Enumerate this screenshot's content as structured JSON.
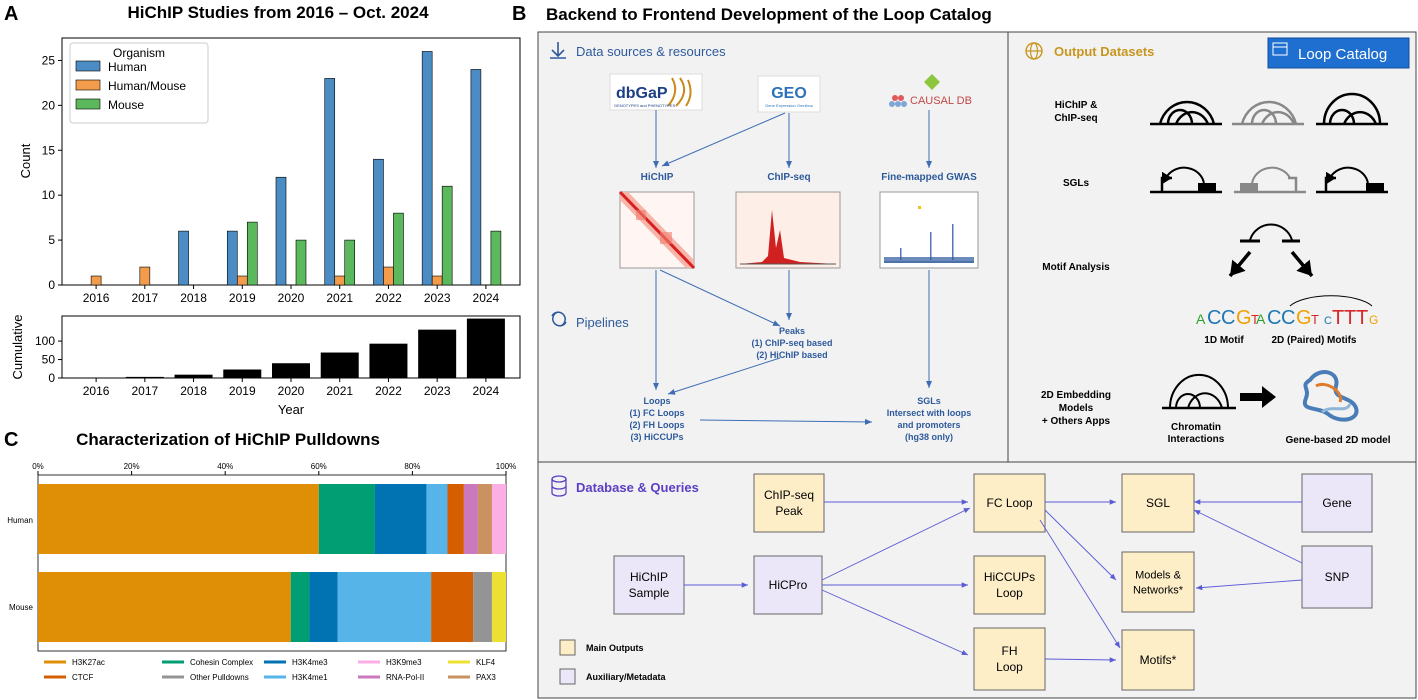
{
  "panels": {
    "a": {
      "letter": "A",
      "title": "HiChIP Studies from 2016 – Oct. 2024",
      "ylabel_top": "Count",
      "ylabel_bottom": "Cumulative",
      "xlabel": "Year",
      "legend_title": "Organism"
    },
    "b": {
      "letter": "B",
      "title": "Backend to Frontend Development of the Loop Catalog",
      "data_sources": {
        "heading": "Data sources & resources",
        "logo_dbgap": "dbGaP",
        "logo_dbgap_sub": "GENOTYPES and PHENOTYPES",
        "logo_geo": "GEO",
        "logo_geo_sub": "Gene Expression Omnibus",
        "logo_causaldb": "CAUSAL DB",
        "hichip": "HiChIP",
        "chipseq": "ChIP-seq",
        "gwas": "Fine-mapped GWAS",
        "pipelines": "Pipelines",
        "peaks": [
          "Peaks",
          "(1) ChIP-seq based",
          "(2) HiChIP based"
        ],
        "loops": [
          "Loops",
          "(1) FC Loops",
          "(2) FH Loops",
          "(3) HiCCUPs"
        ],
        "sgls": [
          "SGLs",
          "Intersect with loops",
          "and promoters",
          "(hg38 only)"
        ]
      },
      "outputs": {
        "heading": "Output Datasets",
        "catalog_button": "Loop Catalog",
        "row_hichip": [
          "HiChIP &",
          "ChIP-seq"
        ],
        "row_sgls": "SGLs",
        "row_motif": "Motif Analysis",
        "motif_1d_label": "1D Motif",
        "motif_2d_label": "2D (Paired) Motifs",
        "motif_1d_seq": [
          "A",
          "C",
          "C",
          "G",
          "T"
        ],
        "motif_2d_seq": [
          "A",
          "C",
          "C",
          "G",
          "T",
          "C",
          "T",
          "T",
          "T",
          "G"
        ],
        "row_embed": [
          "2D Embedding",
          "Models",
          "+ Others Apps"
        ],
        "chromatin": [
          "Chromatin",
          "Interactions"
        ],
        "gene_model": "Gene-based 2D model"
      },
      "database": {
        "heading": "Database & Queries",
        "nodes": {
          "chipseq_peak": [
            "ChIP-seq",
            "Peak"
          ],
          "fc_loop": [
            "FC Loop"
          ],
          "sgl": [
            "SGL"
          ],
          "gene": [
            "Gene"
          ],
          "hichip_sample": [
            "HiChIP",
            "Sample"
          ],
          "hicpro": [
            "HiCPro"
          ],
          "hiccups_loop": [
            "HiCCUPs",
            "Loop"
          ],
          "models": [
            "Models &",
            "Networks*"
          ],
          "snp": [
            "SNP"
          ],
          "fh_loop": [
            "FH",
            "Loop"
          ],
          "motifs": [
            "Motifs*"
          ]
        },
        "legend_main": "Main Outputs",
        "legend_aux": "Auxiliary/Metadata"
      },
      "colors": {
        "heading_blue": "#2e5a9c",
        "heading_gold": "#c8961e",
        "heading_purple": "#5b3fc4",
        "main_output_fill": "#fdeec8",
        "aux_fill": "#ebe7f8",
        "arrow_blue": "#5b5bd6",
        "catalog_blue": "#1f6fd1"
      }
    },
    "c": {
      "letter": "C",
      "title": "Characterization of HiChIP Pulldowns",
      "legend": [
        "H3K27ac",
        "Cohesin Complex",
        "H3K4me3",
        "H3K9me3",
        "KLF4",
        "CTCF",
        "Other Pulldowns",
        "H3K4me1",
        "RNA-Pol-II",
        "PAX3"
      ]
    }
  },
  "chart_data": [
    {
      "type": "bar",
      "categories": [
        "2016",
        "2017",
        "2018",
        "2019",
        "2020",
        "2021",
        "2022",
        "2023",
        "2024"
      ],
      "series": [
        {
          "name": "Human",
          "color": "#4c8cc4",
          "values": [
            0,
            0,
            6,
            6,
            12,
            23,
            14,
            26,
            24
          ]
        },
        {
          "name": "Human/Mouse",
          "color": "#f39c4b",
          "values": [
            1,
            2,
            0,
            1,
            0,
            1,
            2,
            1,
            0
          ]
        },
        {
          "name": "Mouse",
          "color": "#5cb85c",
          "values": [
            0,
            0,
            0,
            7,
            5,
            5,
            8,
            11,
            6
          ]
        }
      ],
      "title": "HiChIP Studies from 2016 – Oct. 2024",
      "xlabel": "",
      "ylabel": "Count",
      "ylim": [
        0,
        27.5
      ],
      "yticks": [
        0,
        5,
        10,
        15,
        20,
        25
      ],
      "legend": {
        "title": "Organism",
        "placement": "top-left"
      }
    },
    {
      "type": "bar",
      "categories": [
        "2016",
        "2017",
        "2018",
        "2019",
        "2020",
        "2021",
        "2022",
        "2023",
        "2024"
      ],
      "values": [
        1,
        3,
        9,
        23,
        40,
        69,
        93,
        131,
        161
      ],
      "color": "#000000",
      "xlabel": "Year",
      "ylabel": "Cumulative",
      "ylim": [
        0,
        168
      ],
      "yticks": [
        0,
        50,
        100
      ]
    },
    {
      "type": "bar",
      "orientation": "horizontal-stacked",
      "title": "Characterization of HiChIP Pulldowns",
      "categories": [
        "Human",
        "Mouse"
      ],
      "xticks": [
        "0%",
        "20%",
        "40%",
        "60%",
        "80%",
        "100%"
      ],
      "series": [
        {
          "name": "H3K27ac",
          "color": "#de8f05",
          "values": [
            60,
            54
          ]
        },
        {
          "name": "Cohesin Complex",
          "color": "#029e73",
          "values": [
            12,
            4
          ]
        },
        {
          "name": "H3K4me3",
          "color": "#0173b2",
          "values": [
            11,
            6
          ]
        },
        {
          "name": "H3K4me1",
          "color": "#56b4e9",
          "values": [
            4.5,
            20
          ]
        },
        {
          "name": "CTCF",
          "color": "#d55e00",
          "values": [
            3.5,
            9
          ]
        },
        {
          "name": "RNA-Pol-II",
          "color": "#cc78bc",
          "values": [
            3,
            0
          ]
        },
        {
          "name": "PAX3",
          "color": "#ca9161",
          "values": [
            3,
            0
          ]
        },
        {
          "name": "Other Pulldowns",
          "color": "#949494",
          "values": [
            0,
            4
          ]
        },
        {
          "name": "KLF4",
          "color": "#ece133",
          "values": [
            0,
            3
          ]
        },
        {
          "name": "H3K9me3",
          "color": "#fbafe4",
          "values": [
            3,
            0
          ]
        }
      ]
    }
  ]
}
